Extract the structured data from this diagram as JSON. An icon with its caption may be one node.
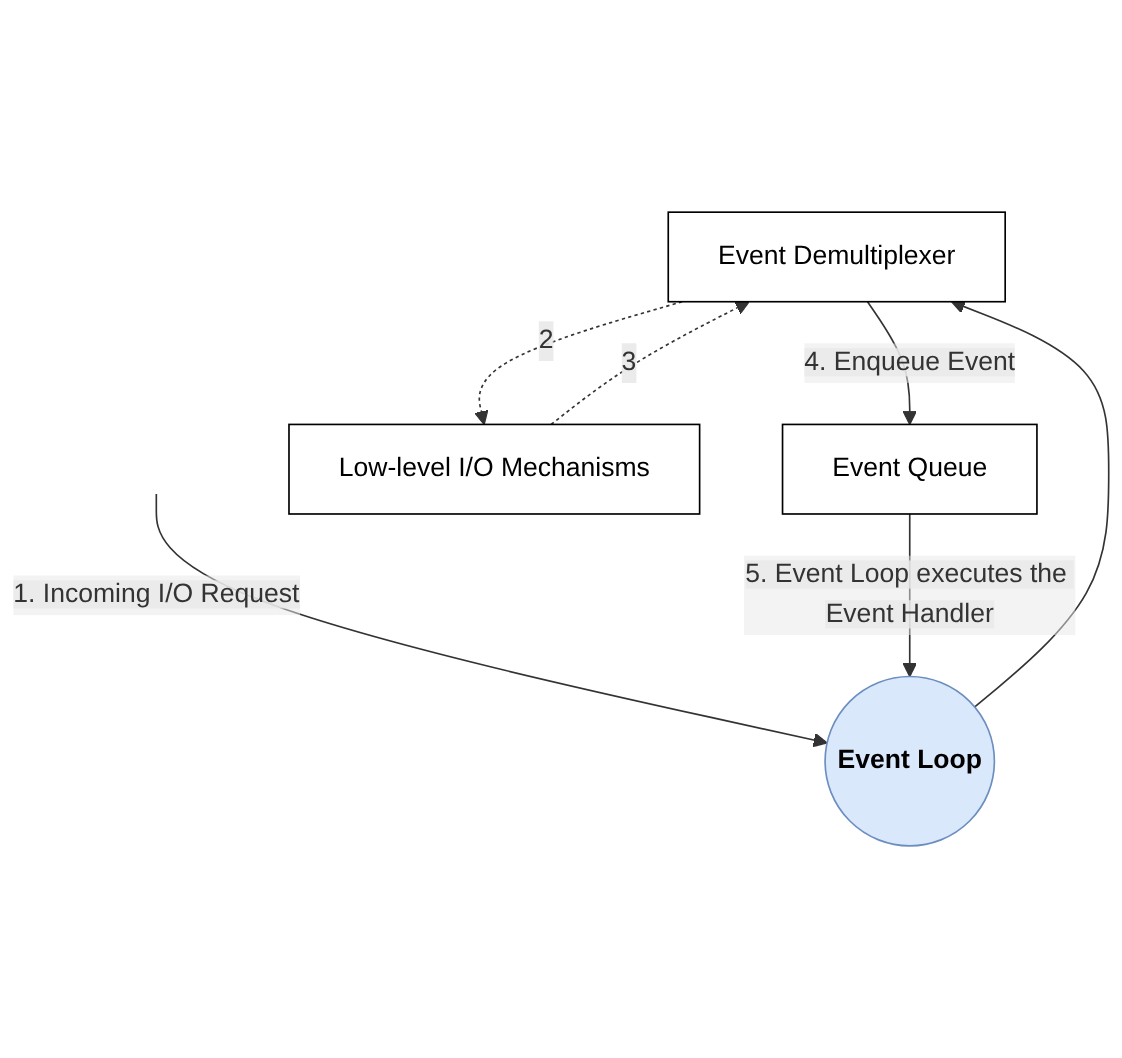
{
  "diagram": {
    "nodes": [
      {
        "text": [
          "Event Demultiplexer"
        ]
      },
      {
        "text": [
          "Event Loop"
        ]
      },
      {
        "text": [
          "Event Queue"
        ]
      },
      {
        "text": [
          "Low-level I/O Mechanisms"
        ]
      }
    ],
    "edges": [
      {
        "from": null,
        "to": 1,
        "arrow": "to",
        "label": "1. Incoming I/O Request"
      },
      {
        "from": 1,
        "to": 0,
        "arrow": "to"
      },
      {
        "from": 0,
        "to": 3,
        "arrow": "to",
        "label": "2",
        "style": "dashed"
      },
      {
        "from": 3,
        "to": 0,
        "arrow": "to",
        "label": "3",
        "style": "dashed"
      },
      {
        "from": 0,
        "to": 2,
        "arrow": "to",
        "label": "4. Enqueue Event"
      },
      {
        "from": 2,
        "to": 1,
        "arrow": "to",
        "label": "5. Event Loop executes the Event Handler"
      }
    ]
  }
}
